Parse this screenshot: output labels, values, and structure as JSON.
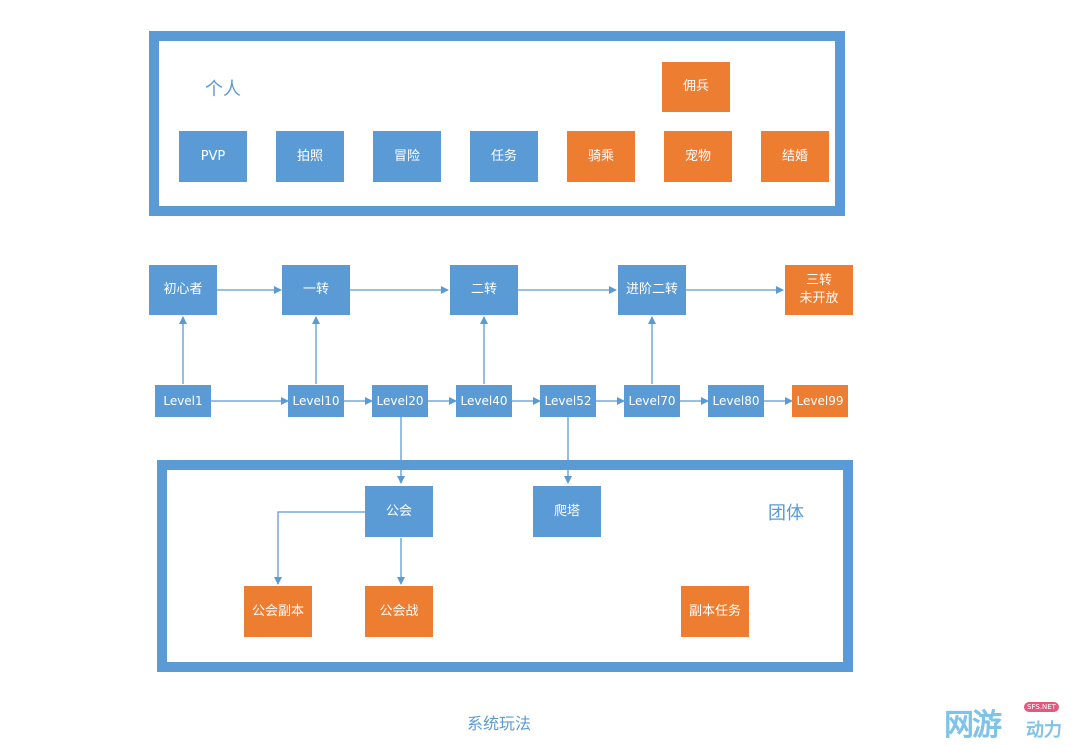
{
  "individual": {
    "label": "个人",
    "items": [
      {
        "label": "PVP",
        "color": "blue"
      },
      {
        "label": "拍照",
        "color": "blue"
      },
      {
        "label": "冒险",
        "color": "blue"
      },
      {
        "label": "任务",
        "color": "blue"
      },
      {
        "label": "骑乘",
        "color": "orange"
      },
      {
        "label": "宠物",
        "color": "orange"
      },
      {
        "label": "结婚",
        "color": "orange"
      },
      {
        "label": "佣兵",
        "color": "orange"
      }
    ]
  },
  "jobs": [
    {
      "label": "初心者",
      "color": "blue"
    },
    {
      "label": "一转",
      "color": "blue"
    },
    {
      "label": "二转",
      "color": "blue"
    },
    {
      "label": "进阶二转",
      "color": "blue"
    },
    {
      "label": "三转\n未开放",
      "color": "orange"
    }
  ],
  "levels": [
    {
      "label": "Level1",
      "color": "blue"
    },
    {
      "label": "Level10",
      "color": "blue"
    },
    {
      "label": "Level20",
      "color": "blue"
    },
    {
      "label": "Level40",
      "color": "blue"
    },
    {
      "label": "Level52",
      "color": "blue"
    },
    {
      "label": "Level70",
      "color": "blue"
    },
    {
      "label": "Level80",
      "color": "blue"
    },
    {
      "label": "Level99",
      "color": "orange"
    }
  ],
  "group": {
    "label": "团体",
    "items": [
      {
        "label": "公会",
        "color": "blue"
      },
      {
        "label": "爬塔",
        "color": "blue"
      },
      {
        "label": "公会副本",
        "color": "orange"
      },
      {
        "label": "公会战",
        "color": "orange"
      },
      {
        "label": "副本任务",
        "color": "orange"
      }
    ]
  },
  "caption": "系统玩法",
  "watermark": {
    "main": "网游",
    "sub": "动力",
    "badge": "SFS.NET"
  },
  "colors": {
    "blue": "#5b9bd5",
    "orange": "#ed7d31"
  }
}
